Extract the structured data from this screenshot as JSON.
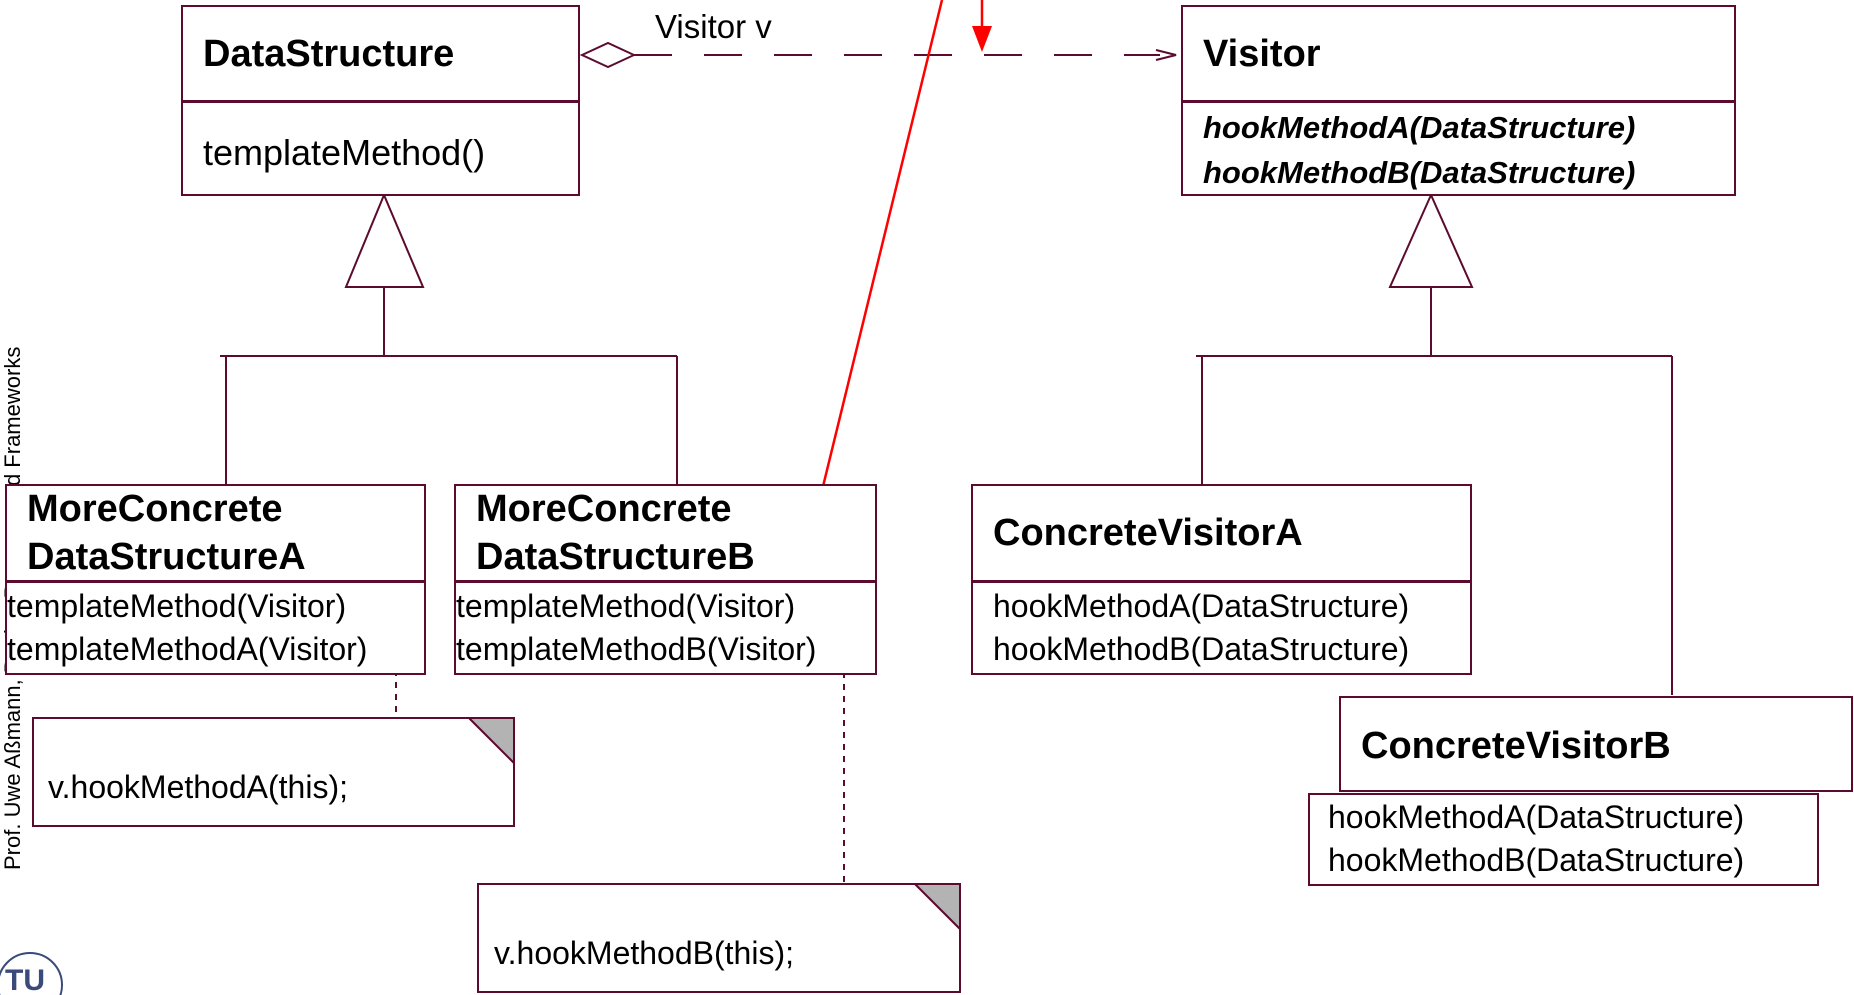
{
  "side_label": "Prof. Uwe Aßmann, Design Patterns and Frameworks",
  "association_label": "Visitor v",
  "classes": {
    "data_structure": {
      "name": "DataStructure",
      "methods": [
        "templateMethod()"
      ]
    },
    "visitor": {
      "name": "Visitor",
      "methods": [
        "hookMethodA(DataStructure)",
        "hookMethodB(DataStructure)"
      ]
    },
    "more_concrete_a": {
      "name_line1": "MoreConcrete",
      "name_line2": "DataStructureA",
      "methods": [
        "templateMethod(Visitor)",
        "templateMethodA(Visitor)"
      ]
    },
    "more_concrete_b": {
      "name_line1": "MoreConcrete",
      "name_line2": "DataStructureB",
      "methods": [
        "templateMethod(Visitor)",
        "templateMethodB(Visitor)"
      ]
    },
    "concrete_visitor_a": {
      "name": "ConcreteVisitorA",
      "methods": [
        "hookMethodA(DataStructure)",
        "hookMethodB(DataStructure)"
      ]
    },
    "concrete_visitor_b": {
      "name": "ConcreteVisitorB",
      "methods": [
        "hookMethodA(DataStructure)",
        "hookMethodB(DataStructure)"
      ]
    }
  },
  "notes": {
    "note_a": "v.hookMethodA(this);",
    "note_b": "v.hookMethodB(this);"
  },
  "colors": {
    "uml_line": "#5c0a2e",
    "highlight_arrow": "#ff0000",
    "note_fold": "#b3b3b3"
  },
  "logo": "TU"
}
